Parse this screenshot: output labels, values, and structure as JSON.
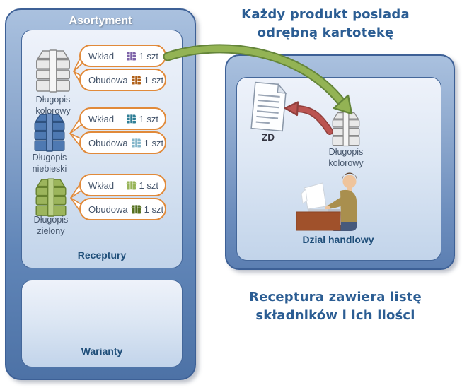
{
  "annotations": {
    "top_note": {
      "line1": "Każdy produkt posiada",
      "line2": "odrębną kartotekę"
    },
    "bottom_note": {
      "line1": "Receptura zawiera listę",
      "line2": "składników i ich ilości"
    }
  },
  "assortment_panel": {
    "title": "Asortyment",
    "recipes_box": {
      "label": "Receptury",
      "products": [
        {
          "name": "Długopis kolorowy",
          "icon": "product-stack-gray",
          "components": [
            {
              "name": "Wkład",
              "qty": "1 szt",
              "icon": "component-stack-icon",
              "icon_color": "#7d62a8"
            },
            {
              "name": "Obudowa",
              "qty": "1 szt",
              "icon": "component-stack-icon",
              "icon_color": "#b06018"
            }
          ]
        },
        {
          "name": "Długopis niebieski",
          "icon": "product-stack-blue",
          "components": [
            {
              "name": "Wkład",
              "qty": "1 szt",
              "icon": "component-stack-icon",
              "icon_color": "#2e7e96"
            },
            {
              "name": "Obudowa",
              "qty": "1 szt",
              "icon": "component-stack-icon",
              "icon_color": "#85b7ca"
            }
          ]
        },
        {
          "name": "Długopis zielony",
          "icon": "product-stack-green",
          "components": [
            {
              "name": "Wkład",
              "qty": "1 szt",
              "icon": "component-stack-icon",
              "icon_color": "#97b457"
            },
            {
              "name": "Obudowa",
              "qty": "1 szt",
              "icon": "component-stack-icon",
              "icon_color": "#55701f"
            }
          ]
        }
      ]
    },
    "variants_box": {
      "label": "Warianty"
    }
  },
  "kartoteka_panel": {
    "document_label": "ZD",
    "product_label": "Długopis kolorowy",
    "department_label": "Dział handlowy"
  },
  "colors": {
    "callout_border": "#e18a3a",
    "arrow_green": "#93b354",
    "arrow_green_outline": "#64853a",
    "arrow_red": "#bb5451",
    "arrow_red_outline": "#8f3e3b",
    "panel_blue": "#4d72a6",
    "inner_box_blue": "#c2d4ea",
    "label_dark_blue": "#1f4e79",
    "note_blue": "#2b5d93",
    "text_gray_blue": "#44546a"
  }
}
